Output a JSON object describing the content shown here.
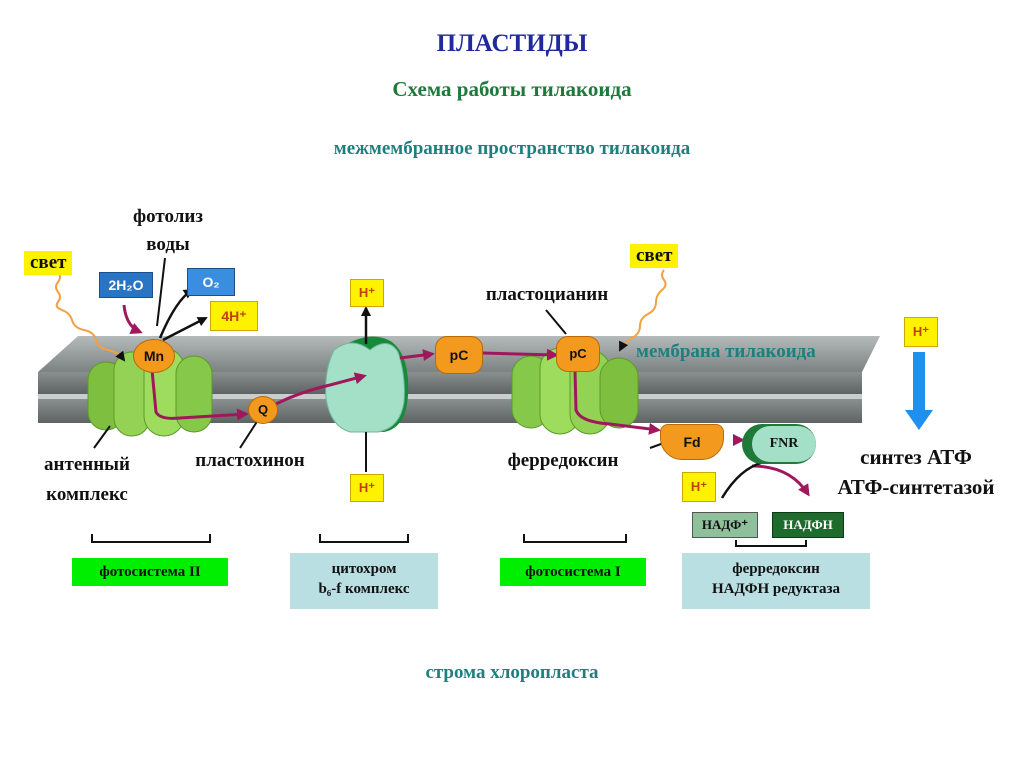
{
  "header": {
    "title": "ПЛАСТИДЫ",
    "subtitle": "Схема работы тилакоида"
  },
  "regions": {
    "lumen": "межмембранное пространство тилакоида",
    "membrane": "мембрана тилакоида",
    "stroma": "строма хлоропласта"
  },
  "labels": {
    "photolysis": [
      "фотолиз",
      "воды"
    ],
    "light_left": "свет",
    "light_right": "свет",
    "plastocyanin": "пластоцианин",
    "antenna": [
      "антенный",
      "комплекс"
    ],
    "plastoquinone": "пластохинон",
    "ferredoxin": "ферредоксин",
    "atp_synthesis": [
      "синтез АТФ",
      "АТФ-синтетазой"
    ]
  },
  "molecules": {
    "water": "2H₂O",
    "oxygen": "O₂",
    "protons_4": "4H⁺",
    "mn": "Mn",
    "q": "Q",
    "pc": "pC",
    "fd": "Fd",
    "fnr": "FNR",
    "h_plus": "H⁺",
    "nadp": "НАДФ⁺",
    "nadph": "НАДФН"
  },
  "complexes": {
    "ps2": "фотосистема II",
    "cytochrome": [
      "цитохром",
      "b₆-f комплекс"
    ],
    "ps1": "фотосистема I",
    "fnr_full": [
      "ферредоксин",
      "НАДФН редуктаза"
    ]
  },
  "colors": {
    "title": "#1f2a9c",
    "subtitle": "#1e7a3a",
    "teal_text": "#1e7f7f",
    "membrane": "#8a8f8f",
    "protein_green": "#8fd14f",
    "cytochrome": "#9fdcc4",
    "carrier_orange": "#f39a1e",
    "electron_path": "#a0185c",
    "arrow_blue": "#1f8ff0",
    "yellow_box": "#fff200",
    "green_box": "#00ee00",
    "blue_box": "#b9dfe2"
  }
}
